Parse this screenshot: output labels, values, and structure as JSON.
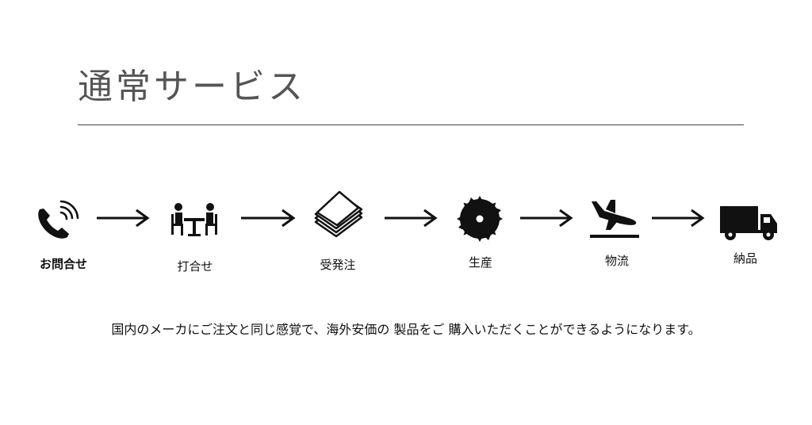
{
  "heading": "通常サービス",
  "steps": [
    {
      "label": "お問合せ",
      "icon": "phone-icon"
    },
    {
      "label": "打合せ",
      "icon": "meeting-icon"
    },
    {
      "label": "受発注",
      "icon": "documents-icon"
    },
    {
      "label": "生産",
      "icon": "saw-blade-icon"
    },
    {
      "label": "物流",
      "icon": "airplane-icon"
    },
    {
      "label": "納品",
      "icon": "truck-icon"
    }
  ],
  "description": "国内のメーカにご注文と同じ感覚で、海外安価の 製品をご 購入いただくことができるようになります。"
}
